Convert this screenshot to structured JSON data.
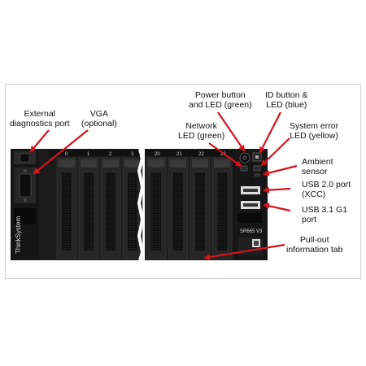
{
  "labels": {
    "external_diag": "External\ndiagnostics port",
    "vga": "VGA\n(optional)",
    "power": "Power button\nand LED (green)",
    "id": "ID button &\nLED (blue)",
    "network": "Network\nLED (green)",
    "syserr": "System error\nLED (yellow)",
    "ambient": "Ambient\nsensor",
    "usb20": "USB 2.0 port\n(XCC)",
    "usb31": "USB 3.1 G1\nport",
    "pullout": "Pull-out\ninformation tab"
  },
  "chassis": {
    "brand": "ThinkSystem",
    "model": "SR665 V3",
    "bays_left": [
      "0",
      "1",
      "2",
      "3"
    ],
    "bays_right": [
      "20",
      "21",
      "22",
      "23"
    ]
  },
  "colors": {
    "arrow": "#d4141b",
    "chassis": "#1b1b1b",
    "bay": "#2a2a2a"
  }
}
